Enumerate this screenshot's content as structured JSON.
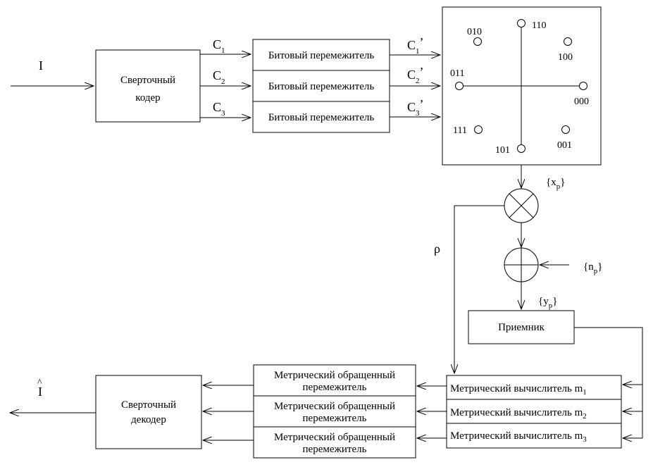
{
  "input_label": "I",
  "output_label": "I",
  "output_hat": "^",
  "encoder": {
    "line1": "Сверточный",
    "line2": "кодер"
  },
  "decoder": {
    "line1": "Сверточный",
    "line2": "декодер"
  },
  "code_bits": [
    {
      "letter": "C",
      "sub": "1"
    },
    {
      "letter": "C",
      "sub": "2"
    },
    {
      "letter": "C",
      "sub": "3"
    }
  ],
  "interleaved_bits": [
    {
      "letter": "C",
      "sub": "1",
      "prime": "’"
    },
    {
      "letter": "C",
      "sub": "2",
      "prime": "’"
    },
    {
      "letter": "C",
      "sub": "3",
      "prime": "’"
    }
  ],
  "interleavers": [
    "Битовый перемежитель",
    "Битовый перемежитель",
    "Битовый перемежитель"
  ],
  "constellation": {
    "points": [
      {
        "label": "110",
        "angle_deg": 90
      },
      {
        "label": "010",
        "angle_deg": 135
      },
      {
        "label": "100",
        "angle_deg": 45
      },
      {
        "label": "011",
        "angle_deg": 180
      },
      {
        "label": "000",
        "angle_deg": 0
      },
      {
        "label": "111",
        "angle_deg": 225
      },
      {
        "label": "001",
        "angle_deg": 315
      },
      {
        "label": "101",
        "angle_deg": 270
      }
    ]
  },
  "signal_x": {
    "open": "{x",
    "sub": "p",
    "close": "}"
  },
  "noise_n": {
    "open": "{n",
    "sub": "p",
    "close": "}"
  },
  "signal_y": {
    "open": "{y",
    "sub": "p",
    "close": "}"
  },
  "rho": "ρ",
  "receiver": "Приемник",
  "metric_calculators": [
    {
      "text": "Метрический вычислитель m",
      "sub": "1"
    },
    {
      "text": "Метрический вычислитель m",
      "sub": "2"
    },
    {
      "text": "Метрический вычислитель m",
      "sub": "3"
    }
  ],
  "deinterleavers": [
    {
      "line1": "Метрический обращенный",
      "line2": "перемежитель"
    },
    {
      "line1": "Метрический обращенный",
      "line2": "перемежитель"
    },
    {
      "line1": "Метрический обращенный",
      "line2": "перемежитель"
    }
  ]
}
